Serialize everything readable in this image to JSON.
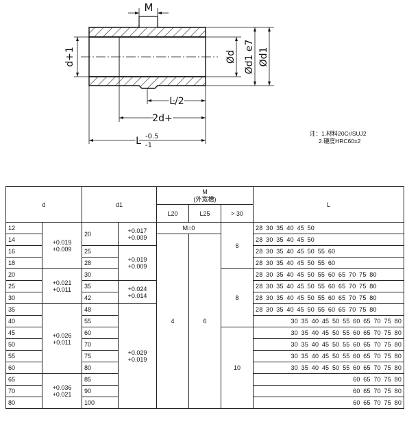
{
  "drawing": {
    "labels": {
      "M": "M",
      "d_plus_1": "d+1",
      "od": "Ød",
      "od1e7": "Ød1 e7",
      "od1": "Ød1",
      "half_L": "L/2",
      "two_d_plus": "2d+",
      "L": "L",
      "tol_upper": "-0.5",
      "tol_lower": "-1"
    }
  },
  "notes": {
    "line1": "注：1.材料20Cr/SUJ2",
    "line2": "2.硬度HRC60±2"
  },
  "table": {
    "headers": {
      "d": "d",
      "d1": "d1",
      "M": "M",
      "M_sub": "(外宽槽)",
      "L20": "L20",
      "L25": "L25",
      "gt30": "> 30",
      "L": "L"
    },
    "d_values": [
      "12",
      "14",
      "16",
      "18",
      "20",
      "25",
      "30",
      "35",
      "40",
      "45",
      "50",
      "55",
      "60",
      "65",
      "70",
      "80"
    ],
    "d_tols": [
      {
        "upper": "+0.019",
        "lower": "+0.009"
      },
      {
        "upper": "+0.021",
        "lower": "+0.011"
      },
      {
        "upper": "+0.026",
        "lower": "+0.011"
      },
      {
        "upper": "+0.036",
        "lower": "+0.021"
      }
    ],
    "d1_values": [
      "20",
      "25",
      "28",
      "30",
      "35",
      "42",
      "48",
      "55",
      "60",
      "70",
      "75",
      "80",
      "85",
      "90",
      "100"
    ],
    "d1_tols": [
      {
        "upper": "+0.017",
        "lower": "+0.009"
      },
      {
        "upper": "+0.019",
        "lower": "+0.009"
      },
      {
        "upper": "+0.024",
        "lower": "+0.014"
      },
      {
        "upper": "+0.029",
        "lower": "+0.019"
      }
    ],
    "m_zero": "M=0",
    "m_L20": "4",
    "m_L25": "6",
    "m_gt30": [
      "6",
      "8",
      "10"
    ],
    "L_rows": [
      "28 30 35 40 45 50",
      "28 30 35 40 45 50",
      "28 30 35 40 45 50 55 60",
      "28 30 35 40 45 50 55 60",
      "28 30 35 40 45 50 55 60 65 70 75 80",
      "28 30 35 40 45 50 55 60 65 70 75 80",
      "28 30 35 40 45 50 55 60 65 70 75 80",
      "28 30 35 40 45 50 55 60 65 70 75 80",
      "30 35 40 45 50 55 60 65 70 75 80",
      "30 35 40 45 50 55 60 65 70 75 80",
      "30 35 40 45 50 55 60 65 70 75 80",
      "30 35 40 45 50 55 60 65 70 75 80",
      "30 35 40 45 50 55 60 65 70 75 80",
      "60 65 70 75 80",
      "60 65 70 75 80",
      "60 65 70 75 80"
    ]
  }
}
